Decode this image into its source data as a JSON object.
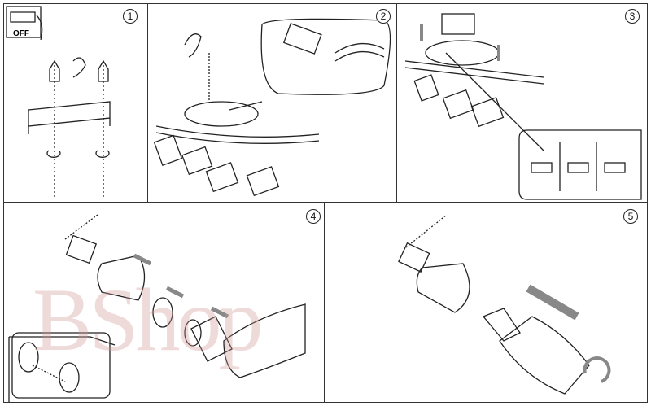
{
  "title": "Track light installation steps",
  "steps": [
    {
      "number": "1",
      "label": "OFF"
    },
    {
      "number": "2"
    },
    {
      "number": "3"
    },
    {
      "number": "4"
    },
    {
      "number": "5"
    }
  ],
  "watermark": "BShop",
  "colors": {
    "line": "#222222",
    "arrow": "#888888",
    "watermark": "#d29696"
  }
}
